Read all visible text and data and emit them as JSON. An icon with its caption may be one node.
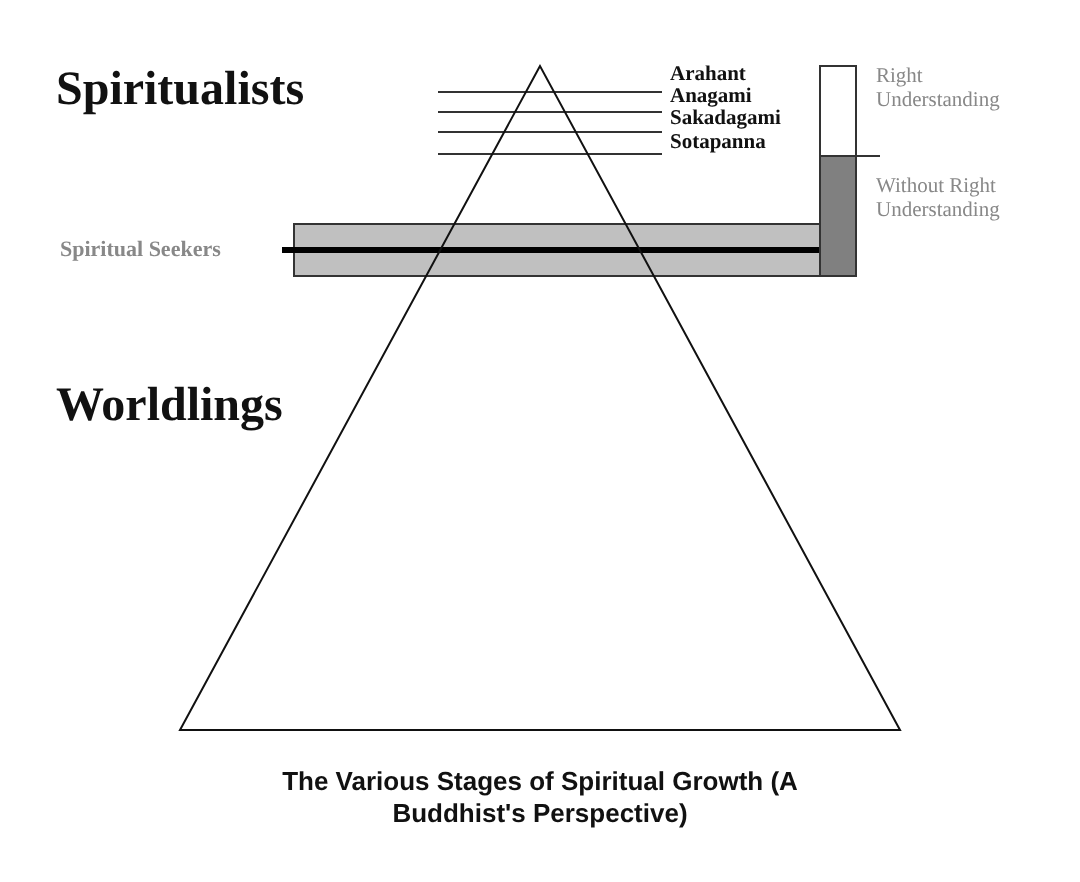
{
  "diagram": {
    "caption": "The Various Stages of Spiritual Growth (A Buddhist's Perspective)",
    "labels": [
      "Arahant",
      "Spiritualists",
      "Anagami",
      "Right Understanding",
      "Sakadagami",
      "Sotapanna",
      "Without Right Understanding",
      "Spiritual Seekers",
      "Worldlings"
    ]
  }
}
